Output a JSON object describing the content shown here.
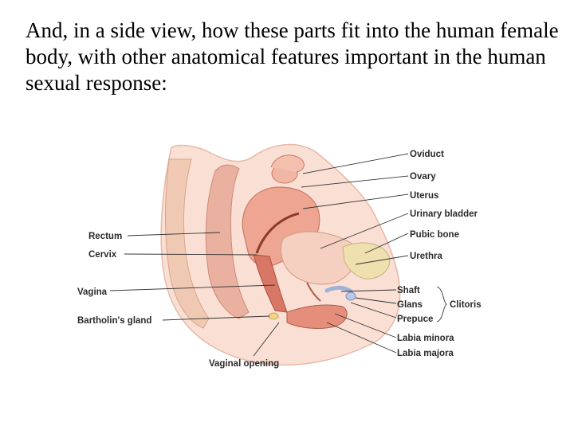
{
  "heading": "And, in a side view, how these parts fit into the human female body, with other anatomical features important in the human sexual response:",
  "labels": {
    "oviduct": "Oviduct",
    "ovary": "Ovary",
    "uterus": "Uterus",
    "urinary_bladder": "Urinary bladder",
    "pubic_bone": "Pubic bone",
    "urethra": "Urethra",
    "shaft": "Shaft",
    "glans": "Glans",
    "prepuce": "Prepuce",
    "clitoris": "Clitoris",
    "labia_minora": "Labia minora",
    "labia_majora": "Labia majora",
    "rectum": "Rectum",
    "cervix": "Cervix",
    "vagina": "Vagina",
    "bartholins_gland": "Bartholin's gland",
    "vaginal_opening": "Vaginal opening"
  },
  "colors": {
    "tissue_light": "#f6d2c4",
    "tissue_mid": "#eeb3a1",
    "tissue_dark": "#d9826e",
    "bone": "#efe0b0",
    "clitoris_glans": "#b9c8e6"
  }
}
